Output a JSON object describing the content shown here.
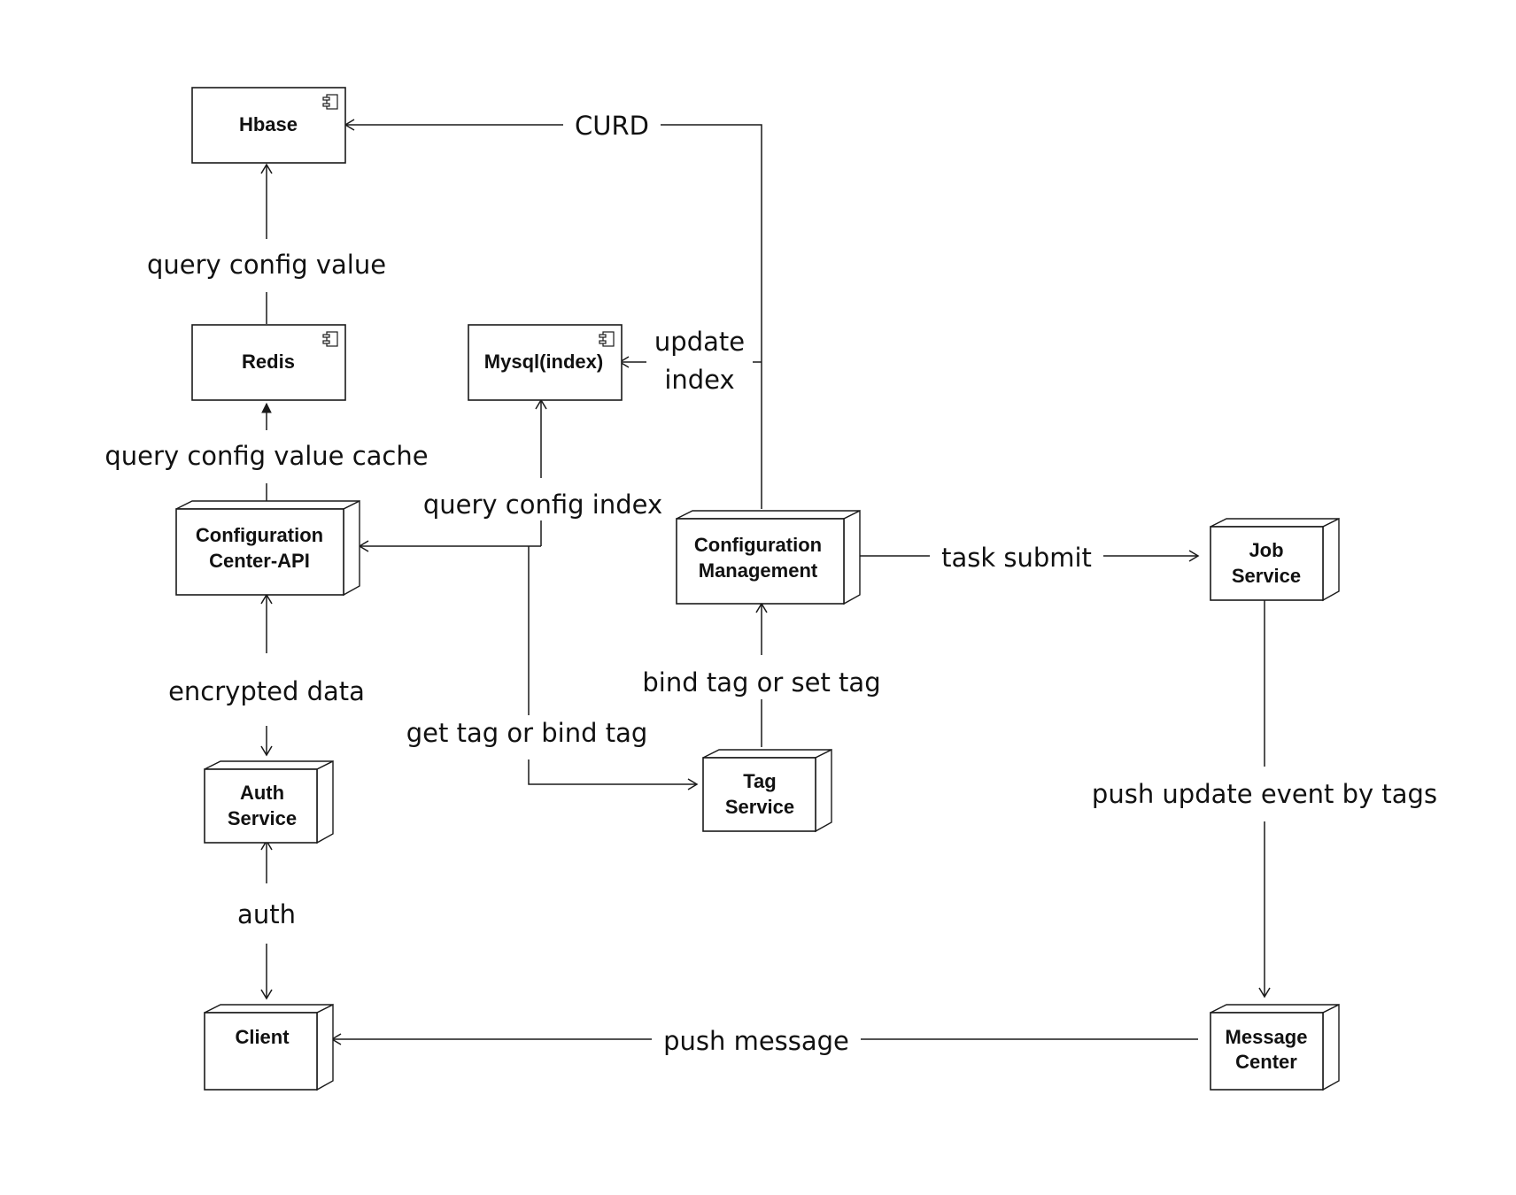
{
  "nodes": {
    "hbase": {
      "label": "Hbase"
    },
    "redis": {
      "label": "Redis"
    },
    "mysql": {
      "label": "Mysql(index)"
    },
    "config_api": {
      "label": [
        "Configuration",
        "Center-API"
      ]
    },
    "config_mgmt": {
      "label": [
        "Configuration",
        "Management"
      ]
    },
    "job_service": {
      "label": [
        "Job",
        "Service"
      ]
    },
    "auth_service": {
      "label": [
        "Auth",
        "Service"
      ]
    },
    "tag_service": {
      "label": [
        "Tag",
        "Service"
      ]
    },
    "client": {
      "label": "Client"
    },
    "message_center": {
      "label": [
        "Message",
        "Center"
      ]
    }
  },
  "edges": {
    "curd": "CURD",
    "query_config_value": "query config value",
    "update_index": [
      "update",
      "index"
    ],
    "query_config_value_cache": "query config value cache",
    "query_config_index": "query config index",
    "task_submit": "task submit",
    "encrypted_data": "encrypted data",
    "bind_tag_or_set_tag": "bind tag or set tag",
    "get_tag_or_bind_tag": "get tag or bind tag",
    "push_update_event_by_tags": "push update event by tags",
    "auth": "auth",
    "push_message": "push message"
  },
  "colors": {
    "line": "#1a1a1a",
    "background": "#ffffff"
  }
}
